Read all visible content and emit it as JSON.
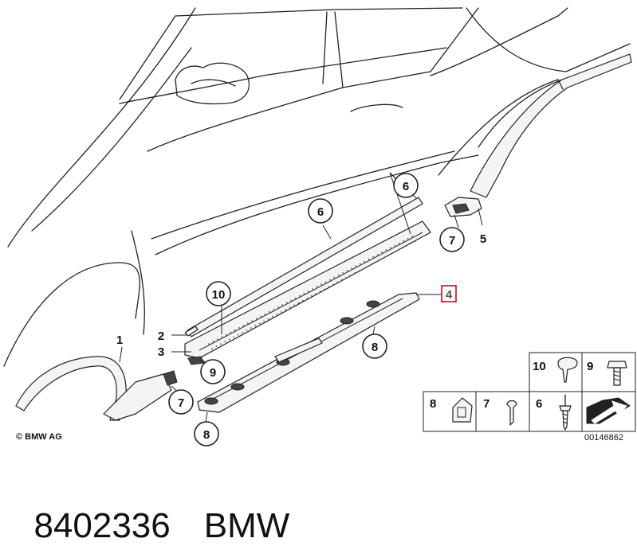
{
  "copyright": "© BMW AG",
  "image_number": "00146862",
  "highlight_color": "#d0021b",
  "callouts": {
    "c1": "1",
    "c2": "2",
    "c3": "3",
    "c4": "4",
    "c5": "5",
    "c6a": "6",
    "c6b": "6",
    "c7a": "7",
    "c7b": "7",
    "c8a": "8",
    "c8b": "8",
    "c9": "9",
    "c10": "10"
  },
  "legend": {
    "r10": "10",
    "r9": "9",
    "r8": "8",
    "r7": "7",
    "r6": "6"
  },
  "footer": {
    "part_number": "8402336",
    "brand": "BMW"
  }
}
